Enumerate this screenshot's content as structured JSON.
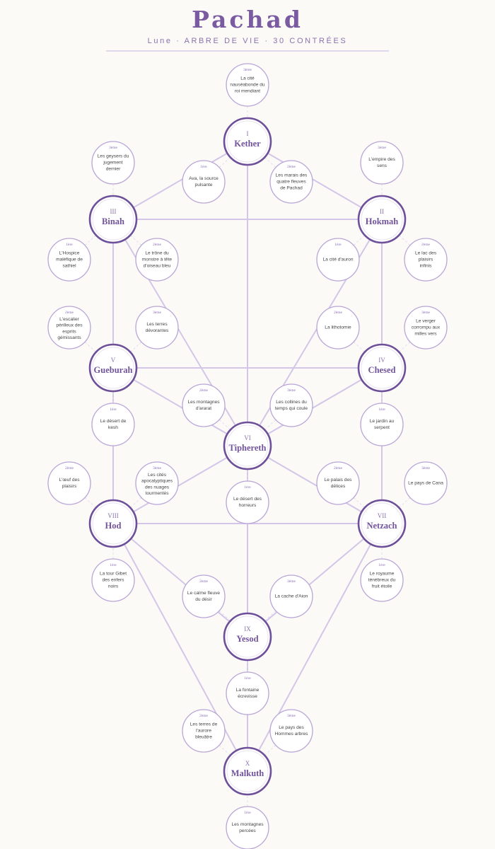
{
  "header": {
    "title": "Pachad",
    "subtitle": "Lune · ARBRE DE VIE · 30 CONTRÉES"
  },
  "colors": {
    "accent": "#72539c",
    "sephirah_stroke": "#6e4f9a",
    "land_stroke": "#b9a5d6",
    "path": "#d3c6e8",
    "background": "#fbfaf7"
  },
  "sephiroth": [
    {
      "numeral": "I",
      "name": "Kether",
      "lands": [
        {
          "rank": "1ère",
          "name": "Ava, la source pulsante"
        },
        {
          "rank": "2ème",
          "name": "Les marais des quatre fleuves de Pachad"
        },
        {
          "rank": "3ème",
          "name": "La cité nauséabonde du roi mendiant"
        }
      ]
    },
    {
      "numeral": "II",
      "name": "Hokmah",
      "lands": [
        {
          "rank": "1ère",
          "name": "La cité d'auron"
        },
        {
          "rank": "2ème",
          "name": "Le lac des plaisirs infinis"
        },
        {
          "rank": "3ème",
          "name": "L'empire des sens"
        }
      ]
    },
    {
      "numeral": "III",
      "name": "Binah",
      "lands": [
        {
          "rank": "1ère",
          "name": "L'Hospice maléfique de sathiel"
        },
        {
          "rank": "2ème",
          "name": "Le trône du monstre à tête d'oiseau bleu"
        },
        {
          "rank": "3ème",
          "name": "Les geysers du jugement dernier"
        }
      ]
    },
    {
      "numeral": "IV",
      "name": "Chesed",
      "lands": [
        {
          "rank": "1ère",
          "name": "Le jardin au serpent"
        },
        {
          "rank": "2ème",
          "name": "La lithotomie"
        },
        {
          "rank": "3ème",
          "name": "Le verger corrompu aux milles vers"
        }
      ]
    },
    {
      "numeral": "V",
      "name": "Gueburah",
      "lands": [
        {
          "rank": "1ère",
          "name": "Le désert de kesh"
        },
        {
          "rank": "2ème",
          "name": "L'escalier périlleux des esprits gémissants"
        },
        {
          "rank": "3ème",
          "name": "Les terres dévorantes"
        }
      ]
    },
    {
      "numeral": "VI",
      "name": "Tiphereth",
      "lands": [
        {
          "rank": "1ère",
          "name": "Le désert des horreurs"
        },
        {
          "rank": "2ème",
          "name": "Les montagnes d'ararat"
        },
        {
          "rank": "3ème",
          "name": "Les collines du temps qui coule"
        }
      ]
    },
    {
      "numeral": "VII",
      "name": "Netzach",
      "lands": [
        {
          "rank": "1ère",
          "name": "Le royaume ténébreux du fruit étoile"
        },
        {
          "rank": "2ème",
          "name": "Le palais des délices"
        },
        {
          "rank": "3ème",
          "name": "Le pays de Cana"
        }
      ]
    },
    {
      "numeral": "VIII",
      "name": "Hod",
      "lands": [
        {
          "rank": "1ère",
          "name": "La tour Gibet des enfers noirs"
        },
        {
          "rank": "2ème",
          "name": "L'œuf des plaisirs"
        },
        {
          "rank": "3ème",
          "name": "Les cités apocalyptiques des nuages tourmentés"
        }
      ]
    },
    {
      "numeral": "IX",
      "name": "Yesod",
      "lands": [
        {
          "rank": "1ère",
          "name": "La fontaine écrevisse"
        },
        {
          "rank": "2ème",
          "name": "Le calme fleuve du désir"
        },
        {
          "rank": "3ème",
          "name": "La cache d'Aion"
        }
      ]
    },
    {
      "numeral": "X",
      "name": "Malkuth",
      "lands": [
        {
          "rank": "1ère",
          "name": "Les montagnes percées"
        },
        {
          "rank": "2ème",
          "name": "Les terres de l'aurore bleuâtre"
        },
        {
          "rank": "3ème",
          "name": "Le pays des Hommes arbres"
        }
      ]
    }
  ]
}
